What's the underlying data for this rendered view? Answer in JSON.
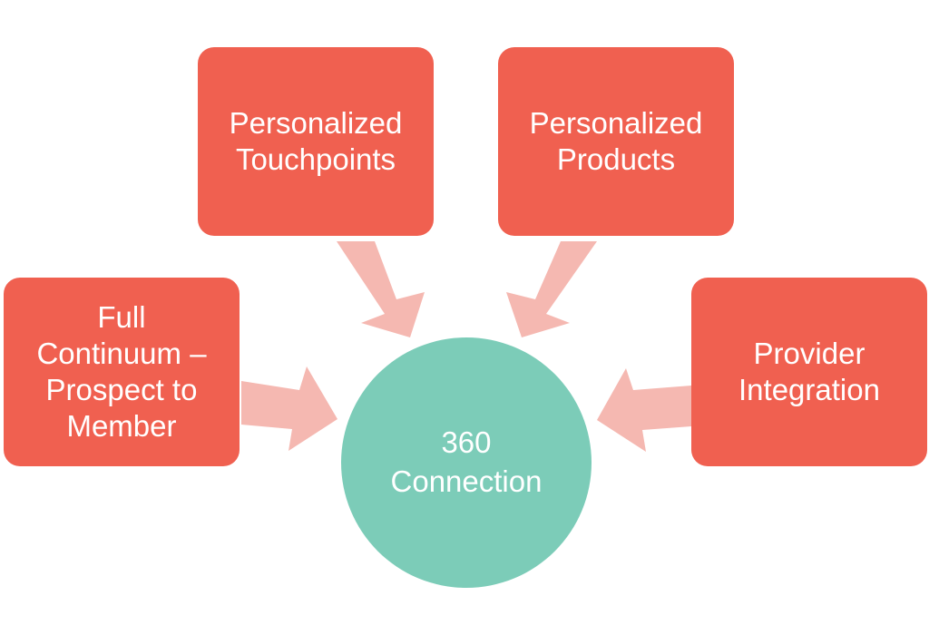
{
  "diagram": {
    "center": {
      "label": "360\nConnection"
    },
    "nodes": [
      {
        "id": "full-continuum",
        "label": "Full\nContinuum –\nProspect to\nMember"
      },
      {
        "id": "personalized-touchpoints",
        "label": "Personalized\nTouchpoints"
      },
      {
        "id": "personalized-products",
        "label": "Personalized\nProducts"
      },
      {
        "id": "provider-integration",
        "label": "Provider\nIntegration"
      }
    ]
  },
  "colors": {
    "node": "#f06050",
    "hub": "#7cccb8",
    "arrow": "#f5b8b1",
    "text": "#ffffff"
  }
}
